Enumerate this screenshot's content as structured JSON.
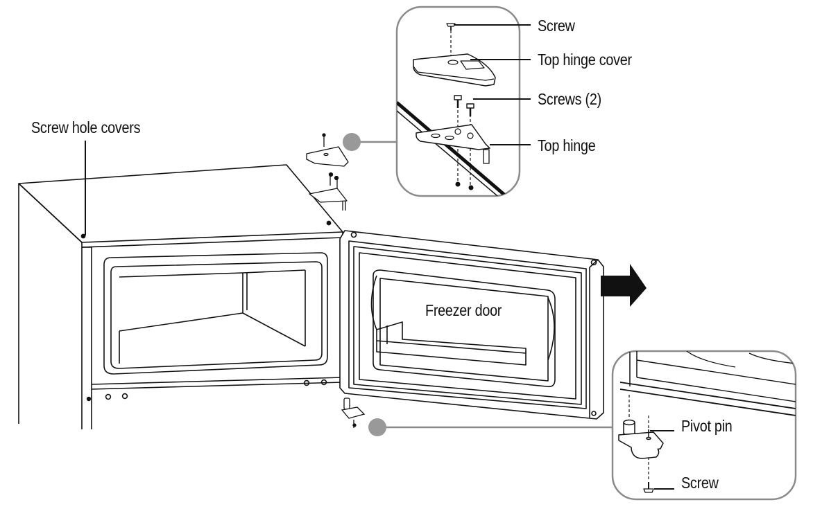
{
  "labels": {
    "screw_hole_covers": "Screw hole covers",
    "freezer_door": "Freezer door",
    "top_screw": "Screw",
    "top_hinge_cover": "Top hinge cover",
    "screws_2": "Screws (2)",
    "top_hinge": "Top hinge",
    "pivot_pin": "Pivot pin",
    "bottom_screw": "Screw"
  },
  "colors": {
    "line": "#111111",
    "callout_gray": "#8a8a8a",
    "callout_dot": "#999999",
    "arrow": "#111111"
  },
  "icons": {
    "direction_arrow": "arrow-right-icon"
  }
}
